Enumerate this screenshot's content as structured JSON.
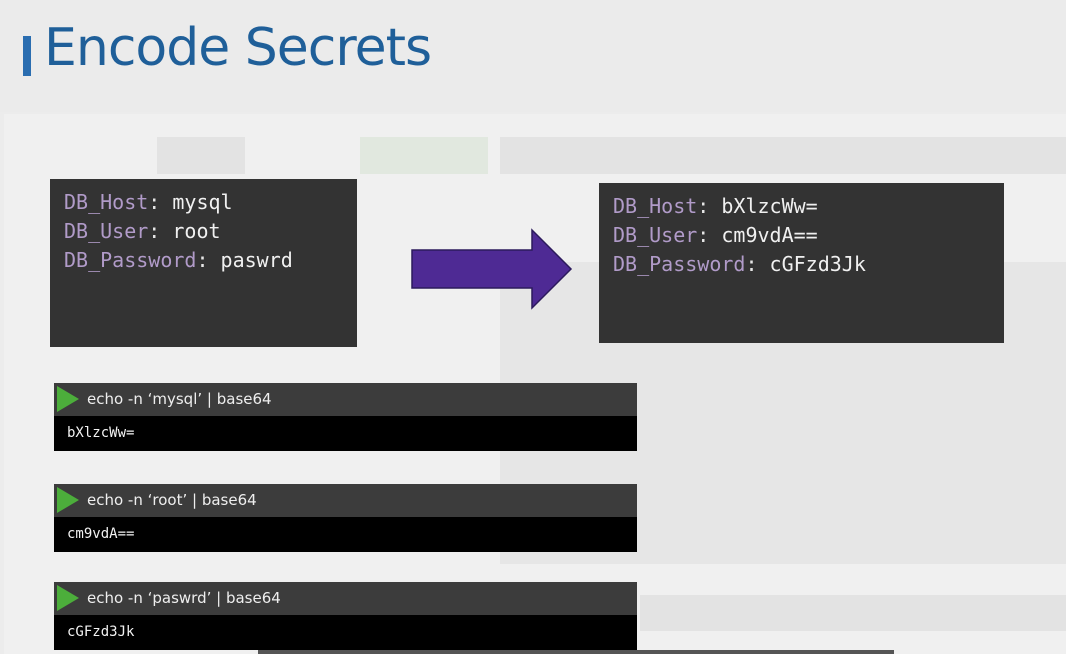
{
  "slide": {
    "title": "Encode Secrets"
  },
  "plain_box": {
    "lines": [
      {
        "key": "DB_Host",
        "sep": ": ",
        "value": "mysql"
      },
      {
        "key": "DB_User",
        "sep": ": ",
        "value": "root"
      },
      {
        "key": "DB_Password",
        "sep": ": ",
        "value": "paswrd"
      }
    ]
  },
  "encoded_box": {
    "lines": [
      {
        "key": "DB_Host",
        "sep": ": ",
        "value": "bXlzcWw="
      },
      {
        "key": "DB_User",
        "sep": ": ",
        "value": "cm9vdA=="
      },
      {
        "key": "DB_Password",
        "sep": ": ",
        "value": "cGFzd3Jk"
      }
    ]
  },
  "arrow": {
    "icon": "right-arrow-icon",
    "color": "#4e2a94"
  },
  "commands": [
    {
      "command": "echo -n ‘mysql’ | base64",
      "output": "bXlzcWw="
    },
    {
      "command": "echo -n ‘root’ | base64",
      "output": "cm9vdA=="
    },
    {
      "command": "echo -n ‘paswrd’ | base64",
      "output": "cGFzd3Jk"
    }
  ],
  "colors": {
    "title": "#1f5f99",
    "key": "#b19bc9",
    "play": "#4cae3b"
  }
}
